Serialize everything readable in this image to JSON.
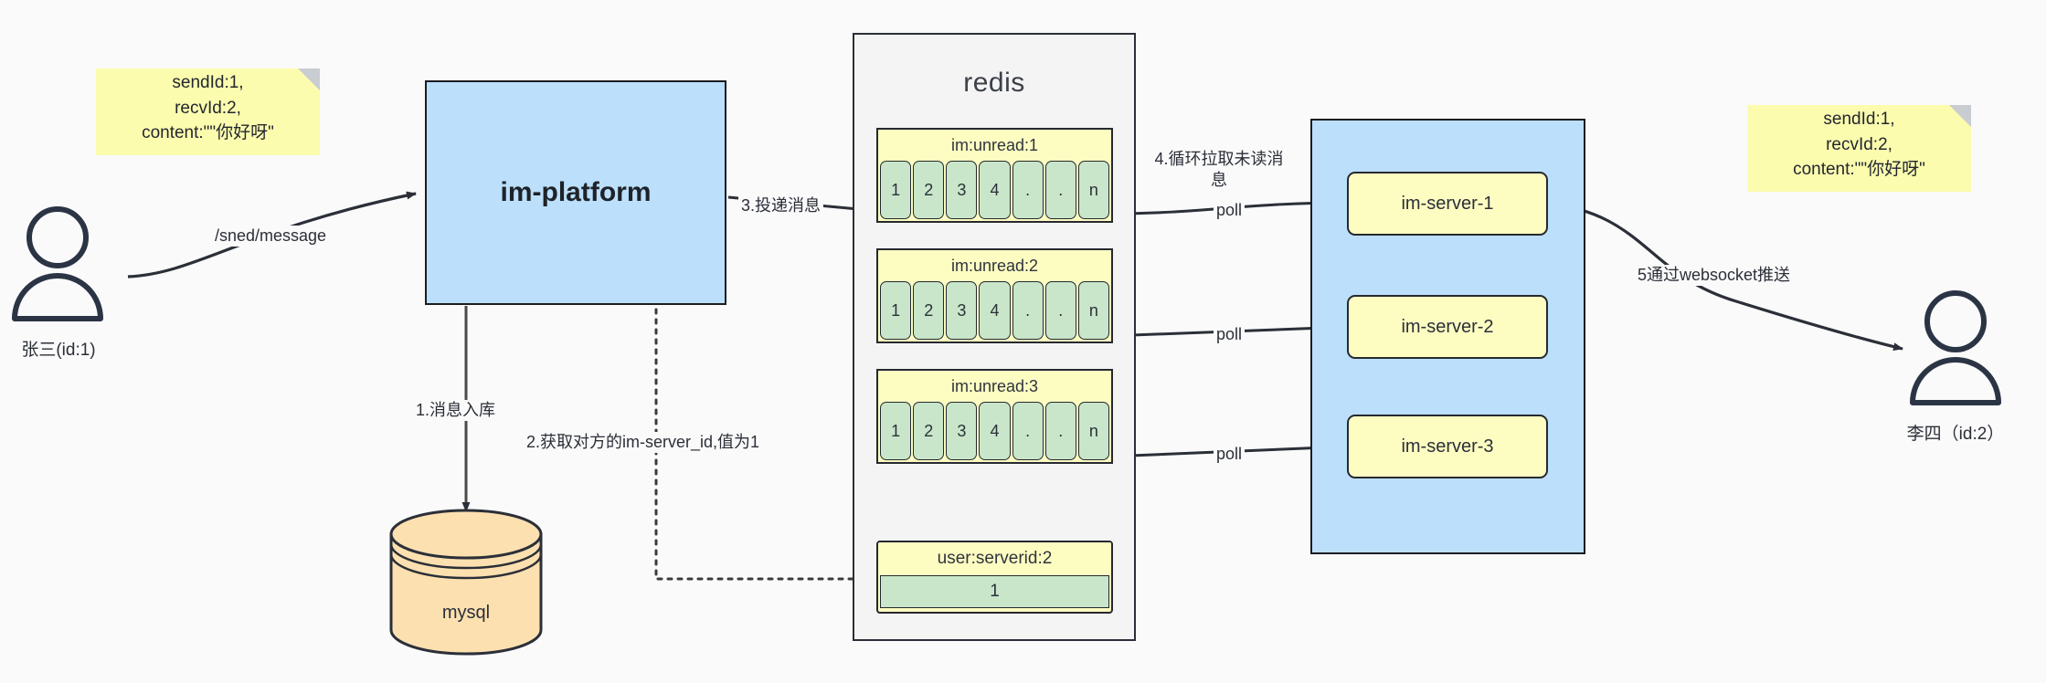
{
  "diagram": {
    "title": "IM message delivery architecture",
    "colors": {
      "note_fill": "#FCFCAF",
      "process_fill": "#BCDFFB",
      "queue_header_fill": "#FDFDC2",
      "queue_cell_fill": "#C9E6CA",
      "db_fill": "#FCE0B0",
      "stroke": "#26292F",
      "canvas": "#FAFAFA"
    },
    "actors": [
      {
        "id": "sender",
        "label": "张三(id:1)",
        "icon": "user-icon"
      },
      {
        "id": "receiver",
        "label": "李四（id:2）",
        "icon": "user-icon"
      }
    ],
    "notes": [
      {
        "id": "note-left",
        "text": "sendId:1,\nrecvId:2,\ncontent:\"\"你好呀\""
      },
      {
        "id": "note-right",
        "text": "sendId:1,\nrecvId:2,\ncontent:\"\"你好呀\""
      }
    ],
    "platform": {
      "label": "im-platform"
    },
    "database": {
      "label": "mysql",
      "shape": "cylinder"
    },
    "redis": {
      "title": "redis",
      "queues": [
        {
          "key": "im:unread:1",
          "cells": [
            "1",
            "2",
            "3",
            "4",
            ".",
            ".",
            "n"
          ]
        },
        {
          "key": "im:unread:2",
          "cells": [
            "1",
            "2",
            "3",
            "4",
            ".",
            ".",
            "n"
          ]
        },
        {
          "key": "im:unread:3",
          "cells": [
            "1",
            "2",
            "3",
            "4",
            ".",
            ".",
            "n"
          ]
        }
      ],
      "kv": {
        "key": "user:serverid:2",
        "value": "1"
      }
    },
    "cluster": {
      "servers": [
        {
          "label": "im-server-1"
        },
        {
          "label": "im-server-2"
        },
        {
          "label": "im-server-3"
        }
      ]
    },
    "edges": [
      {
        "id": "edge-send",
        "label": "/sned/message"
      },
      {
        "id": "edge-store",
        "label": "1.消息入库"
      },
      {
        "id": "edge-lookup",
        "label": "2.获取对方的im-server_id,值为1"
      },
      {
        "id": "edge-deliver",
        "label": "3.投递消息"
      },
      {
        "id": "edge-pull",
        "label": "4.循环拉取未读消息"
      },
      {
        "id": "edge-poll-1",
        "label": "poll"
      },
      {
        "id": "edge-poll-2",
        "label": "poll"
      },
      {
        "id": "edge-poll-3",
        "label": "poll"
      },
      {
        "id": "edge-push",
        "label": "5通过websocket推送"
      }
    ]
  }
}
